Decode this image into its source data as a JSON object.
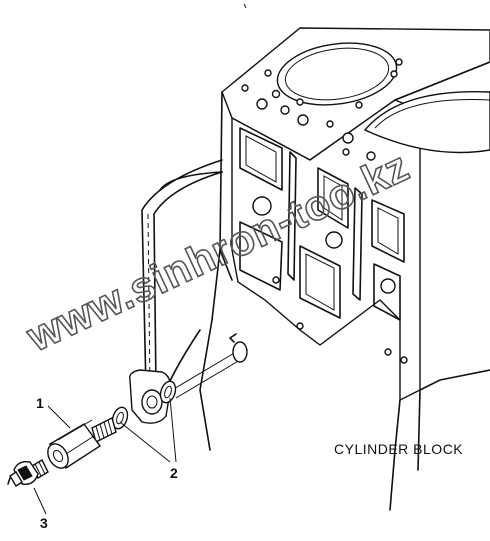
{
  "caption": "CYLINDER BLOCK",
  "callouts": [
    {
      "label": "1"
    },
    {
      "label": "2"
    },
    {
      "label": "3"
    }
  ],
  "watermark": "www.sinhron-too.kz"
}
